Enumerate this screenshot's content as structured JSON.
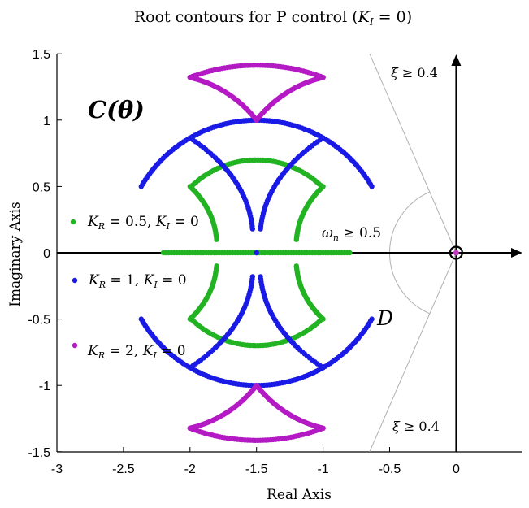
{
  "chart_data": {
    "type": "scatter",
    "title": "Root contours for P control (K_I = 0)",
    "title_parts": {
      "main": "Root contours for P control (",
      "sym": "K",
      "sub": "I",
      "tail": " = 0)"
    },
    "xlabel": "Real Axis",
    "ylabel": "Imaginary Axis",
    "xlim": [
      -3,
      0.5
    ],
    "ylim": [
      -1.5,
      1.5
    ],
    "x_ticks": [
      -3,
      -2.5,
      -2,
      -1.5,
      -1,
      -0.5,
      0
    ],
    "x_tick_labels": [
      "-3",
      "-2.5",
      "-2",
      "-1.5",
      "-1",
      "-0.5",
      "0"
    ],
    "y_ticks": [
      1.5,
      1,
      0.5,
      0,
      -0.5,
      -1,
      -1.5
    ],
    "y_tick_labels": [
      "1.5",
      "1",
      "0.5",
      "0",
      "-0.5",
      "-1",
      "-1.5"
    ],
    "grid": false,
    "colors": {
      "green": "#22b322",
      "blue": "#1a1ae6",
      "magenta": "#b31ac4",
      "guide": "#b0b0b0",
      "pole": "#c438c4"
    },
    "series": [
      {
        "name": "K_R = 0.5, K_I = 0",
        "label": {
          "k": "K",
          "r": "R",
          "mid": " = 0.5, ",
          "i": "I",
          "end": " = 0"
        },
        "color": "#22b322",
        "arcs": [
          {
            "center": [
              -1.5,
              0
            ],
            "radius": 0.7,
            "from_deg": 45,
            "to_deg": 135
          },
          {
            "center": [
              -1.5,
              0
            ],
            "radius": 0.7,
            "from_deg": -45,
            "to_deg": -135
          }
        ],
        "curves": [
          {
            "from": [
              -2.0,
              0.5
            ],
            "ctrl": [
              -1.82,
              0.33
            ],
            "to": [
              -1.8,
              0.1
            ]
          },
          {
            "from": [
              -1.0,
              0.5
            ],
            "ctrl": [
              -1.18,
              0.33
            ],
            "to": [
              -1.2,
              0.1
            ]
          },
          {
            "from": [
              -2.0,
              -0.5
            ],
            "ctrl": [
              -1.82,
              -0.33
            ],
            "to": [
              -1.8,
              -0.1
            ]
          },
          {
            "from": [
              -1.0,
              -0.5
            ],
            "ctrl": [
              -1.18,
              -0.33
            ],
            "to": [
              -1.2,
              -0.1
            ]
          }
        ],
        "segments": [
          {
            "from": [
              -2.2,
              0
            ],
            "to": [
              -0.8,
              0
            ]
          }
        ]
      },
      {
        "name": "K_R = 1, K_I = 0",
        "label": {
          "k": "K",
          "r": "R",
          "mid": " = 1, ",
          "i": "I",
          "end": " = 0"
        },
        "color": "#1a1ae6",
        "arcs": [
          {
            "center": [
              -1.5,
              0
            ],
            "radius": 1.0,
            "from_deg": 30,
            "to_deg": 150
          },
          {
            "center": [
              -1.5,
              0
            ],
            "radius": 1.0,
            "from_deg": -30,
            "to_deg": -150
          }
        ],
        "curves": [
          {
            "from": [
              -2.0,
              0.866
            ],
            "ctrl": [
              -1.57,
              0.58
            ],
            "to": [
              -1.53,
              0.18
            ]
          },
          {
            "from": [
              -1.0,
              0.866
            ],
            "ctrl": [
              -1.43,
              0.58
            ],
            "to": [
              -1.47,
              0.18
            ]
          },
          {
            "from": [
              -2.0,
              -0.866
            ],
            "ctrl": [
              -1.57,
              -0.58
            ],
            "to": [
              -1.53,
              -0.18
            ]
          },
          {
            "from": [
              -1.0,
              -0.866
            ],
            "ctrl": [
              -1.43,
              -0.58
            ],
            "to": [
              -1.47,
              -0.18
            ]
          }
        ],
        "points": [
          [
            -1.5,
            0
          ]
        ]
      },
      {
        "name": "K_R = 2, K_I = 0",
        "label": {
          "k": "K",
          "r": "R",
          "mid": " = 2, ",
          "i": "I",
          "end": " = 0"
        },
        "color": "#b31ac4",
        "arcs": [
          {
            "center": [
              -1.5,
              0
            ],
            "radius": 1.414,
            "from_deg": 69.3,
            "to_deg": 110.7
          },
          {
            "center": [
              -1.5,
              0
            ],
            "radius": 1.414,
            "from_deg": -69.3,
            "to_deg": -110.7
          }
        ],
        "curves": [
          {
            "from": [
              -2.0,
              1.322
            ],
            "ctrl": [
              -1.7,
              1.25
            ],
            "to": [
              -1.5,
              1.0
            ]
          },
          {
            "from": [
              -1.0,
              1.322
            ],
            "ctrl": [
              -1.3,
              1.25
            ],
            "to": [
              -1.5,
              1.0
            ]
          },
          {
            "from": [
              -2.0,
              -1.322
            ],
            "ctrl": [
              -1.7,
              -1.25
            ],
            "to": [
              -1.5,
              -1.0
            ]
          },
          {
            "from": [
              -1.0,
              -1.322
            ],
            "ctrl": [
              -1.3,
              -1.25
            ],
            "to": [
              -1.5,
              -1.0
            ]
          }
        ]
      }
    ],
    "pole_at": [
      0,
      0
    ],
    "guides": {
      "xi_lines": [
        {
          "from": [
            0,
            0
          ],
          "to": [
            -0.65,
            1.5
          ]
        },
        {
          "from": [
            0,
            0
          ],
          "to": [
            -0.65,
            -1.5
          ]
        }
      ],
      "omega_arc": {
        "center": [
          0,
          0
        ],
        "radius": 0.5,
        "from_deg": 113.6,
        "to_deg": 246.4
      }
    },
    "annotations": {
      "contour": {
        "text": "C(θ)",
        "c": "C",
        "rest": "(θ)",
        "at": [
          -2.7,
          1.07
        ]
      },
      "region": {
        "text": "D",
        "at": [
          -0.6,
          -0.47
        ]
      },
      "xi_top": {
        "text": "ξ ≥ 0.4",
        "sym": "ξ",
        "rest": " ≥ 0.4",
        "at": [
          -0.48,
          1.35
        ]
      },
      "xi_bottom": {
        "text": "ξ ≥ 0.4",
        "sym": "ξ",
        "rest": " ≥ 0.4",
        "at": [
          -0.48,
          -1.3
        ]
      },
      "omega": {
        "text": "ωn ≥ 0.5",
        "sym": "ω",
        "sub": "n",
        "rest": " ≥ 0.5",
        "at": [
          -1.02,
          0.06
        ]
      }
    }
  }
}
